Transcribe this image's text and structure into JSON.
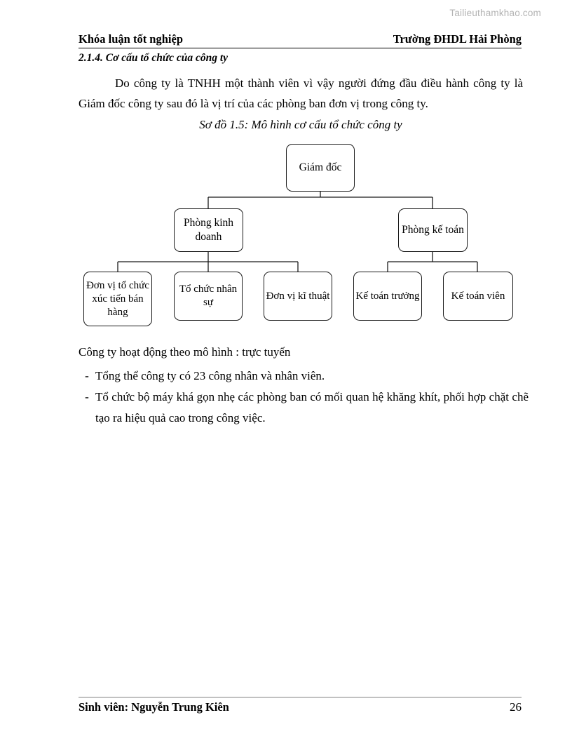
{
  "watermark": "Tailieuthamkhao.com",
  "header": {
    "left": "Khóa luận tốt nghiệp",
    "right": "Trường ĐHDL Hải Phòng"
  },
  "section": {
    "heading": "2.1.4. Cơ cấu tổ chức của công ty",
    "paragraph": "Do công ty là TNHH một thành viên vì vậy người đứng đầu điều hành công ty là Giám đốc công ty sau đó là vị trí của các phòng ban đơn vị trong công ty."
  },
  "figure": {
    "caption": "Sơ đồ 1.5: Mô hình cơ cấu tổ chức công ty",
    "nodes": {
      "root": "Giám đốc",
      "sales": "Phòng kinh doanh",
      "accounting": "Phòng kế toán",
      "sales_child_1": "Đơn vị tổ chức xúc tiến bán hàng",
      "sales_child_2": "Tổ chức nhân sự",
      "sales_child_3": "Đơn vị kĩ thuật",
      "acct_child_1": "Kế toán trưởng",
      "acct_child_2": "Kế toán viên"
    }
  },
  "body": {
    "model_line": "Công ty hoạt động theo mô hình : trực tuyến",
    "bullets": [
      {
        "dash": "-",
        "text": "Tổng thể công ty có 23 công nhân và nhân viên."
      },
      {
        "dash": "-",
        "text": "Tổ chức bộ máy khá gọn nhẹ các phòng ban có mối quan hệ khăng khít, phối hợp chặt chẽ tạo ra hiệu quả cao trong công việc."
      }
    ]
  },
  "footer": {
    "student": "Sinh viên: Nguyễn Trung Kiên",
    "page_number": "26"
  }
}
